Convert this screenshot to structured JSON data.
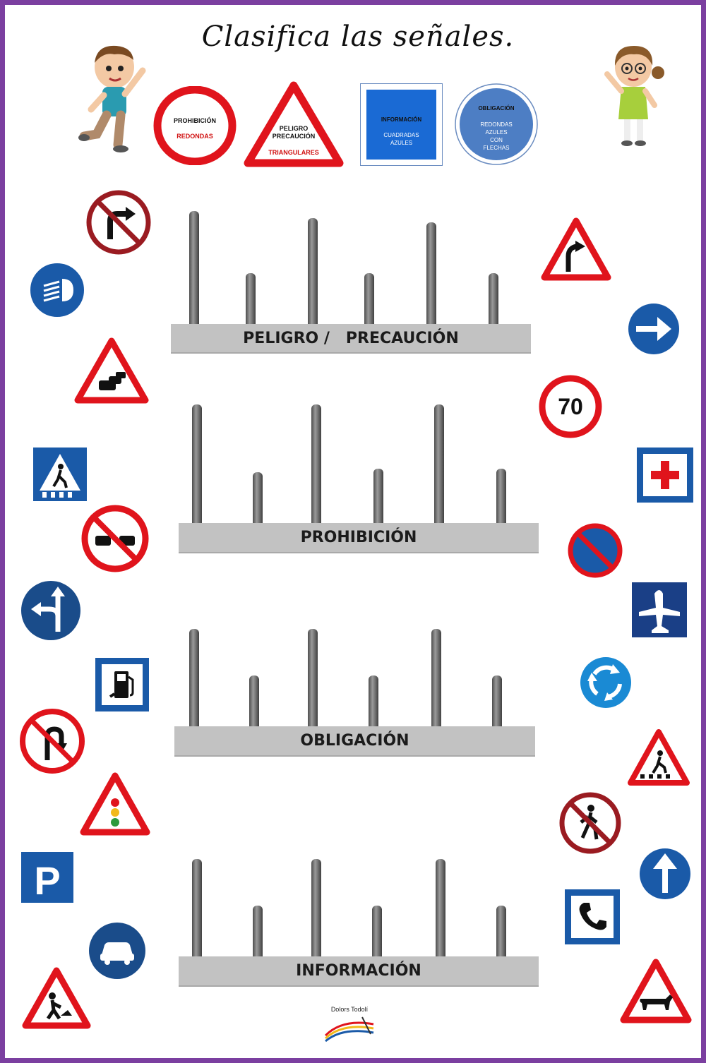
{
  "title": "Clasifica las señales.",
  "legend": {
    "prohibicion": {
      "line1": "PROHIBICIÓN",
      "line2": "REDONDAS"
    },
    "peligro": {
      "line1": "PELIGRO",
      "line2": "PRECAUCIÓN",
      "line3": "TRIANGULARES"
    },
    "informacion": {
      "line1": "INFORMACIÓN",
      "line2": "CUADRADAS",
      "line3": "AZULES"
    },
    "obligacion": {
      "line1": "OBLIGACIÓN",
      "line2": "REDONDAS",
      "line3": "AZULES",
      "line4": "CON",
      "line5": "FLECHAS"
    }
  },
  "boards": {
    "peligro": "PELIGRO /   PRECAUCIÓN",
    "prohibicion": "PROHIBICIÓN",
    "obligacion": "OBLIGACIÓN",
    "informacion": "INFORMACIÓN"
  },
  "signs": {
    "speed_limit": "70",
    "parking": "P"
  },
  "credit": "Dolors Todolí",
  "colors": {
    "red": "#e0141c",
    "blue": "#1a5aa8",
    "frame": "#7b3fa0"
  }
}
